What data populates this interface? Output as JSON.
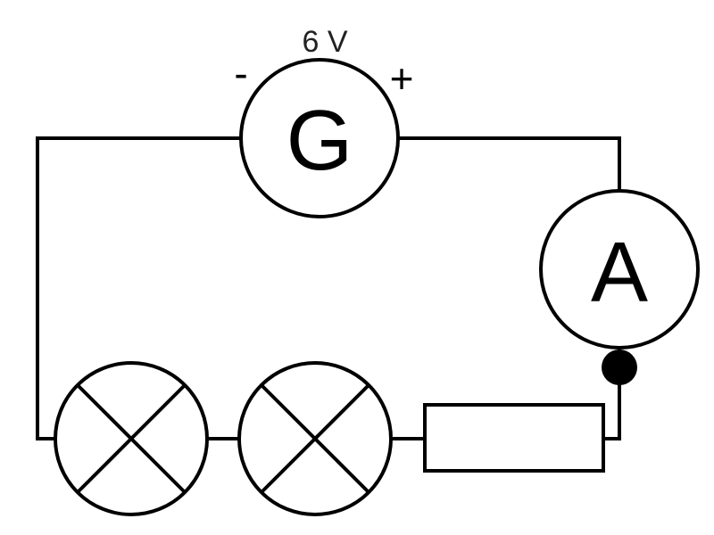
{
  "generator": {
    "symbol": "G",
    "voltage": "6 V",
    "negative_terminal": "-",
    "positive_terminal": "+"
  },
  "ammeter": {
    "symbol": "A"
  },
  "lamps": [
    {
      "symbol": "lamp-cross-icon"
    },
    {
      "symbol": "lamp-cross-icon"
    }
  ],
  "resistor": {
    "symbol": "resistor-rectangle"
  },
  "junction": {
    "symbol": "filled-dot"
  }
}
